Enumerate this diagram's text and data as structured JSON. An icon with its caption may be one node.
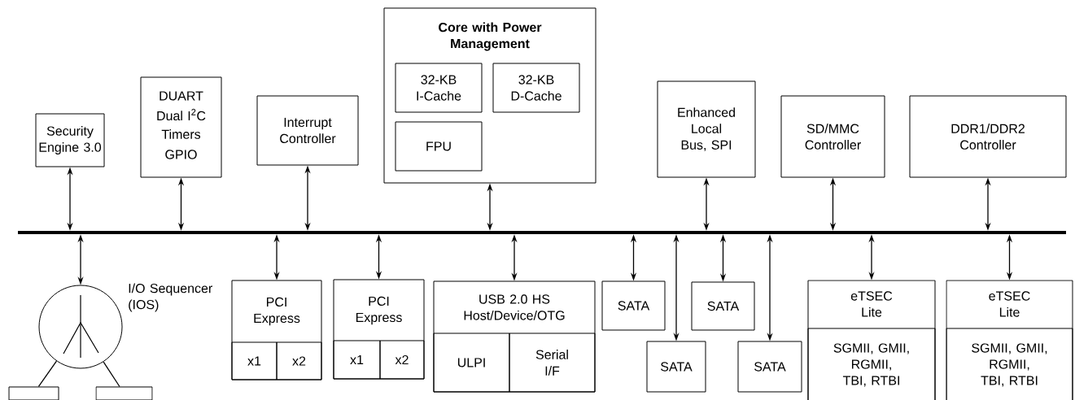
{
  "diagram": {
    "nodes": [
      {
        "text": [
          "Security Engine 3.0"
        ]
      },
      {
        "text": [
          "DUART",
          "Dual I$^{2}$C",
          "Timers",
          "GPIO"
        ]
      },
      {
        "text": [
          "Interrupt Controller"
        ]
      },
      {
        "text": [
          "Core with Power Management"
        ]
      },
      {
        "text": [
          "32-KB I-Cache"
        ],
        "in": 3
      },
      {
        "text": [
          "32-KB D-Cache"
        ],
        "in": 3
      },
      {
        "text": [
          "FPU"
        ],
        "in": 3
      },
      {
        "text": [
          "Enhanced Local Bus, SPI"
        ]
      },
      {
        "text": [
          "SD/MMC Controller"
        ]
      },
      {
        "text": [
          "DDR1/DDR2 Controller"
        ]
      },
      {
        "text": [],
        "shape": "bar"
      },
      {
        "text": [],
        "shape": "circle",
        "beside": [
          "I/O Sequencer (IOS)"
        ]
      },
      {
        "text": [],
        "shape": "box"
      },
      {
        "text": [],
        "shape": "box"
      },
      {
        "text": [
          "PCI Express"
        ]
      },
      {
        "text": [
          "x1"
        ],
        "in": 14
      },
      {
        "text": [
          "x2"
        ],
        "in": 14
      },
      {
        "text": [
          "PCI Express"
        ]
      },
      {
        "text": [
          "x1"
        ],
        "in": 17
      },
      {
        "text": [
          "x2"
        ],
        "in": 17
      },
      {
        "text": [
          "USB 2.0 HS Host/Device/OTG"
        ]
      },
      {
        "text": [
          "ULPI"
        ],
        "in": 20
      },
      {
        "text": [
          "Serial I/F"
        ],
        "in": 20
      },
      {
        "text": [
          "SATA"
        ]
      },
      {
        "text": [
          "SATA"
        ]
      },
      {
        "text": [
          "SATA"
        ]
      },
      {
        "text": [
          "SATA"
        ]
      },
      {
        "text": [
          "eTSEC Lite"
        ]
      },
      {
        "text": [
          "SGMII, GMII, RGMII, TBI, RTBI"
        ],
        "in": 27
      },
      {
        "text": [
          "eTSEC Lite"
        ]
      },
      {
        "text": [
          "SGMII, GMII, RGMII, TBI, RTBI"
        ],
        "in": 29
      }
    ],
    "edges": [
      {
        "from": 0,
        "to": 10,
        "arrow": "both"
      },
      {
        "from": 1,
        "to": 10,
        "arrow": "both"
      },
      {
        "from": 2,
        "to": 10,
        "arrow": "both"
      },
      {
        "from": 3,
        "to": 10,
        "arrow": "both"
      },
      {
        "from": 7,
        "to": 10,
        "arrow": "both"
      },
      {
        "from": 8,
        "to": 10,
        "arrow": "both"
      },
      {
        "from": 9,
        "to": 10,
        "arrow": "both"
      },
      {
        "from": 10,
        "to": 11,
        "arrow": "both"
      },
      {
        "from": 11,
        "to": 12,
        "arrow": "none"
      },
      {
        "from": 11,
        "to": 13,
        "arrow": "none"
      },
      {
        "from": 10,
        "to": 14,
        "arrow": "both"
      },
      {
        "from": 10,
        "to": 17,
        "arrow": "both"
      },
      {
        "from": 10,
        "to": 20,
        "arrow": "both"
      },
      {
        "from": 10,
        "to": 23,
        "arrow": "both"
      },
      {
        "from": 10,
        "to": 24,
        "arrow": "both"
      },
      {
        "from": 10,
        "to": 25,
        "arrow": "both"
      },
      {
        "from": 10,
        "to": 26,
        "arrow": "both"
      },
      {
        "from": 10,
        "to": 27,
        "arrow": "both"
      },
      {
        "from": 10,
        "to": 29,
        "arrow": "both"
      }
    ]
  }
}
